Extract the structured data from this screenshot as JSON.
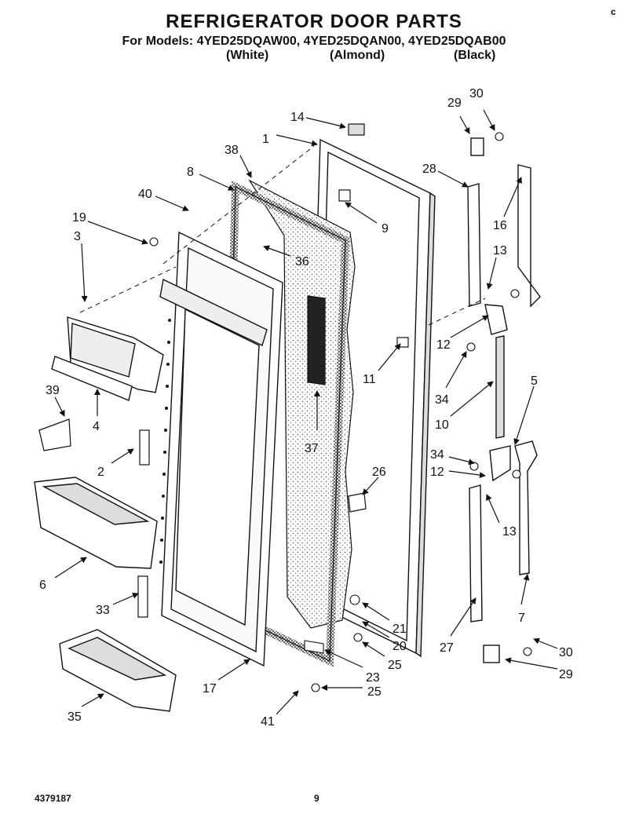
{
  "header": {
    "title": "REFRIGERATOR DOOR PARTS",
    "models_line": "For Models: 4YED25DQAW00, 4YED25DQAN00, 4YED25DQAB00",
    "colors": [
      "(White)",
      "(Almond)",
      "(Black)"
    ]
  },
  "corner_mark": "c",
  "callouts": [
    "14",
    "1",
    "38",
    "8",
    "40",
    "9",
    "19",
    "3",
    "36",
    "37",
    "11",
    "39",
    "4",
    "2",
    "26",
    "6",
    "33",
    "21",
    "20",
    "25",
    "23",
    "25",
    "17",
    "41",
    "35",
    "29",
    "30",
    "28",
    "16",
    "13",
    "12",
    "34",
    "5",
    "10",
    "34",
    "12",
    "13",
    "7",
    "27",
    "30",
    "29"
  ],
  "footer": {
    "doc_number": "4379187",
    "page_number": "9"
  }
}
